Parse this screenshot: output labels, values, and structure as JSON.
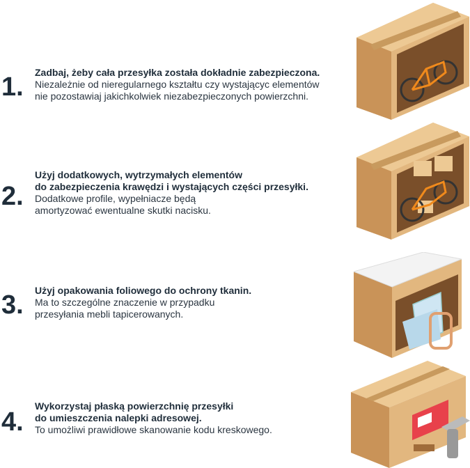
{
  "steps": [
    {
      "number": "1.",
      "title": [
        "Zadbaj, żeby cała przesyłka została dokładnie zabezpieczona."
      ],
      "body": [
        "Niezależnie od nieregularnego kształtu czy wystającyc elementów",
        "nie pozostawiaj jakichkolwiek niezabezpieczonych powierzchni."
      ],
      "illustration": "box-with-bicycle"
    },
    {
      "number": "2.",
      "title": [
        "Użyj dodatkowych, wytrzymałych elementów",
        "do zabezpieczenia krawędzi i wystających części przesyłki."
      ],
      "body": [
        "Dodatkowe profile, wypełniacze będą",
        "amortyzować ewentualne skutki nacisku."
      ],
      "illustration": "box-with-bicycle-and-fillers"
    },
    {
      "number": "3.",
      "title": [
        "Użyj opakowania foliowego do ochrony tkanin."
      ],
      "body": [
        "Ma to szczególne znaczenie w przypadku",
        "przesyłania mebli tapicerowanych."
      ],
      "illustration": "box-with-armchair"
    },
    {
      "number": "4.",
      "title": [
        "Wykorzystaj płaską powierzchnię przesyłki",
        "do umieszczenia nalepki adresowej."
      ],
      "body": [
        "To umożliwi prawidłowe skanowanie kodu kreskowego."
      ],
      "illustration": "box-with-label-and-scanner"
    }
  ],
  "colors": {
    "text": "#1f2d3a",
    "cardboard": "#e2b77f",
    "cardboard_dark": "#b9844a",
    "tape": "#c89a5e",
    "bike": "#f08a1c",
    "label": "#e8414b"
  }
}
